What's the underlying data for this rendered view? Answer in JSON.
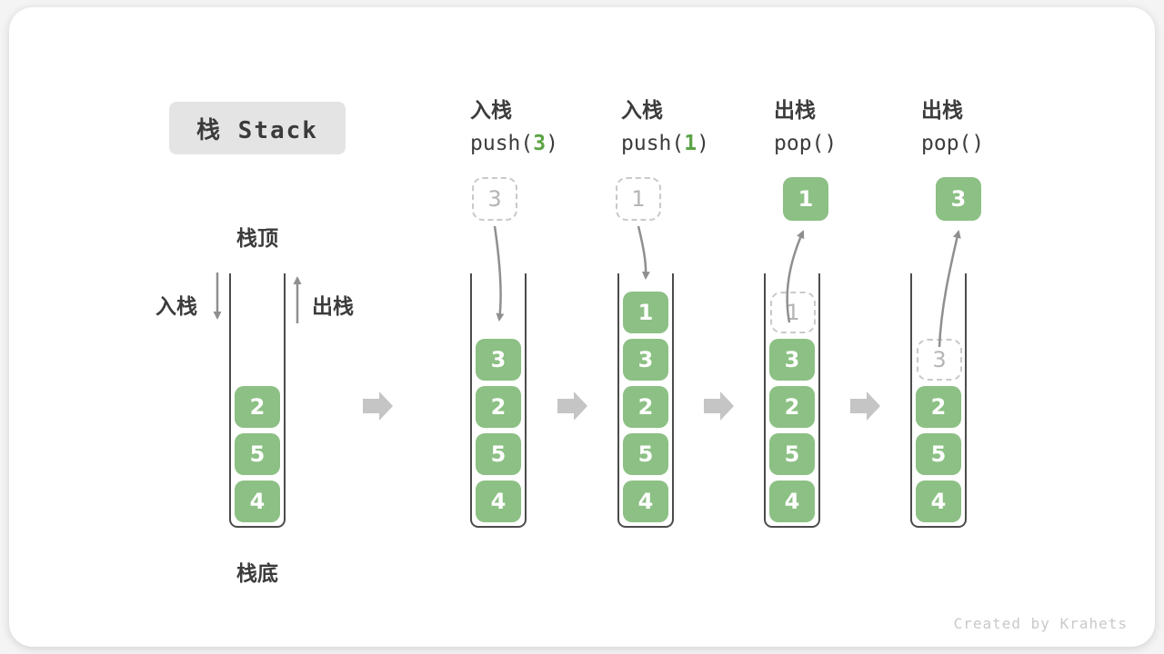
{
  "diagram": {
    "title": "栈 Stack",
    "watermark": "Created by Krahets",
    "labels": {
      "stack_top": "栈顶",
      "stack_bottom": "栈底",
      "push_side": "入栈",
      "pop_side": "出栈"
    },
    "operations": [
      {
        "name": "入栈",
        "code_prefix": "push(",
        "arg": "3",
        "code_suffix": ")"
      },
      {
        "name": "入栈",
        "code_prefix": "push(",
        "arg": "1",
        "code_suffix": ")"
      },
      {
        "name": "出栈",
        "code_prefix": "pop(",
        "arg": "",
        "code_suffix": ")"
      },
      {
        "name": "出栈",
        "code_prefix": "pop(",
        "arg": "",
        "code_suffix": ")"
      }
    ],
    "floating_cells": [
      {
        "value": "3",
        "style": "dashed"
      },
      {
        "value": "1",
        "style": "dashed"
      },
      {
        "value": "1",
        "style": "solid"
      },
      {
        "value": "3",
        "style": "solid"
      }
    ],
    "stacks": [
      {
        "cells": [
          {
            "value": "2",
            "style": "solid"
          },
          {
            "value": "5",
            "style": "solid"
          },
          {
            "value": "4",
            "style": "solid"
          }
        ]
      },
      {
        "cells": [
          {
            "value": "3",
            "style": "solid"
          },
          {
            "value": "2",
            "style": "solid"
          },
          {
            "value": "5",
            "style": "solid"
          },
          {
            "value": "4",
            "style": "solid"
          }
        ]
      },
      {
        "cells": [
          {
            "value": "1",
            "style": "solid"
          },
          {
            "value": "3",
            "style": "solid"
          },
          {
            "value": "2",
            "style": "solid"
          },
          {
            "value": "5",
            "style": "solid"
          },
          {
            "value": "4",
            "style": "solid"
          }
        ]
      },
      {
        "cells": [
          {
            "value": "1",
            "style": "dashed"
          },
          {
            "value": "3",
            "style": "solid"
          },
          {
            "value": "2",
            "style": "solid"
          },
          {
            "value": "5",
            "style": "solid"
          },
          {
            "value": "4",
            "style": "solid"
          }
        ]
      },
      {
        "cells": [
          {
            "value": "3",
            "style": "dashed"
          },
          {
            "value": "2",
            "style": "solid"
          },
          {
            "value": "5",
            "style": "solid"
          },
          {
            "value": "4",
            "style": "solid"
          }
        ]
      }
    ],
    "colors": {
      "cell_green": "#8cc084",
      "accent_green": "#5ba345",
      "dashed_border": "#c9c9c9",
      "thin_arrow": "#8f8f8f",
      "flow_arrow": "#c5c5c5",
      "title_bg": "#e4e4e4",
      "text_dark": "#3c3c3c"
    }
  }
}
